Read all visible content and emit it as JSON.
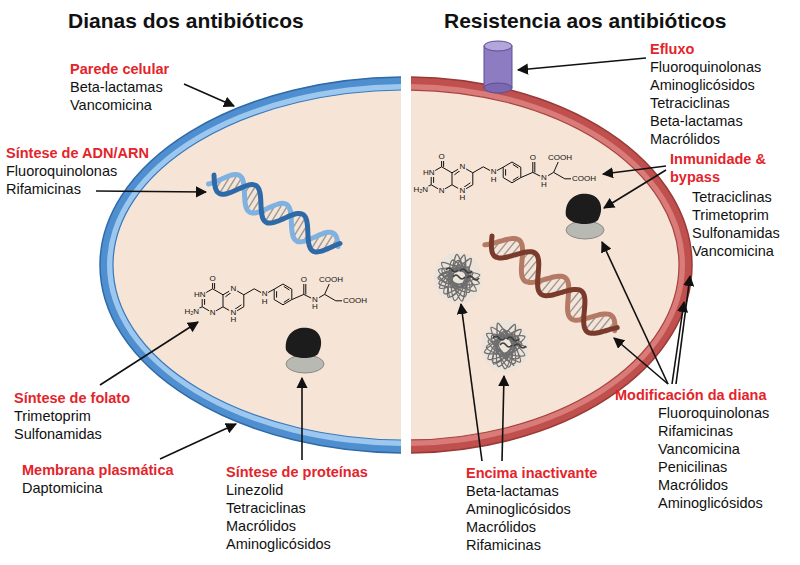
{
  "diagram": {
    "labels": [
      "Dianas dos antibióticos",
      "Resistencia aos antibióticos",
      "Parede celular",
      "Beta-lactamas",
      "Vancomicina",
      "Síntese de ADN/ARN",
      "Fluoroquinolonas",
      "Rifamicinas",
      "Síntese de folato",
      "Trimetoprim",
      "Sulfonamidas",
      "Membrana plasmática",
      "Daptomicina",
      "Síntese de proteínas",
      "Linezolid",
      "Tetraciclinas",
      "Macrólidos",
      "Aminoglicósidos",
      "Efluxo",
      "Fluoroquinolonas",
      "Aminoglicósidos",
      "Tetraciclinas",
      "Beta-lactamas",
      "Macrólidos",
      "Inmunidade & bypass",
      "Tetraciclinas",
      "Trimetoprim",
      "Sulfonamidas",
      "Vancomicina",
      "Modificación da diana",
      "Fluoroquinolonas",
      "Rifamicinas",
      "Vancomicina",
      "Penicilinas",
      "Macrólidos",
      "Aminoglicósidos",
      "Encima inactivante",
      "Beta-lactamas",
      "Aminoglicósidos",
      "Macrólidos",
      "Rifamicinas",
      "O",
      "HN",
      "H₂N",
      "N",
      "N",
      "N",
      "H",
      "N",
      "H",
      "O",
      "N",
      "H",
      "COOH",
      "COOH",
      "O",
      "HN",
      "H₂N",
      "N",
      "N",
      "N",
      "H",
      "N",
      "H",
      "O",
      "N",
      "H",
      "COOH",
      "COOH"
    ]
  }
}
